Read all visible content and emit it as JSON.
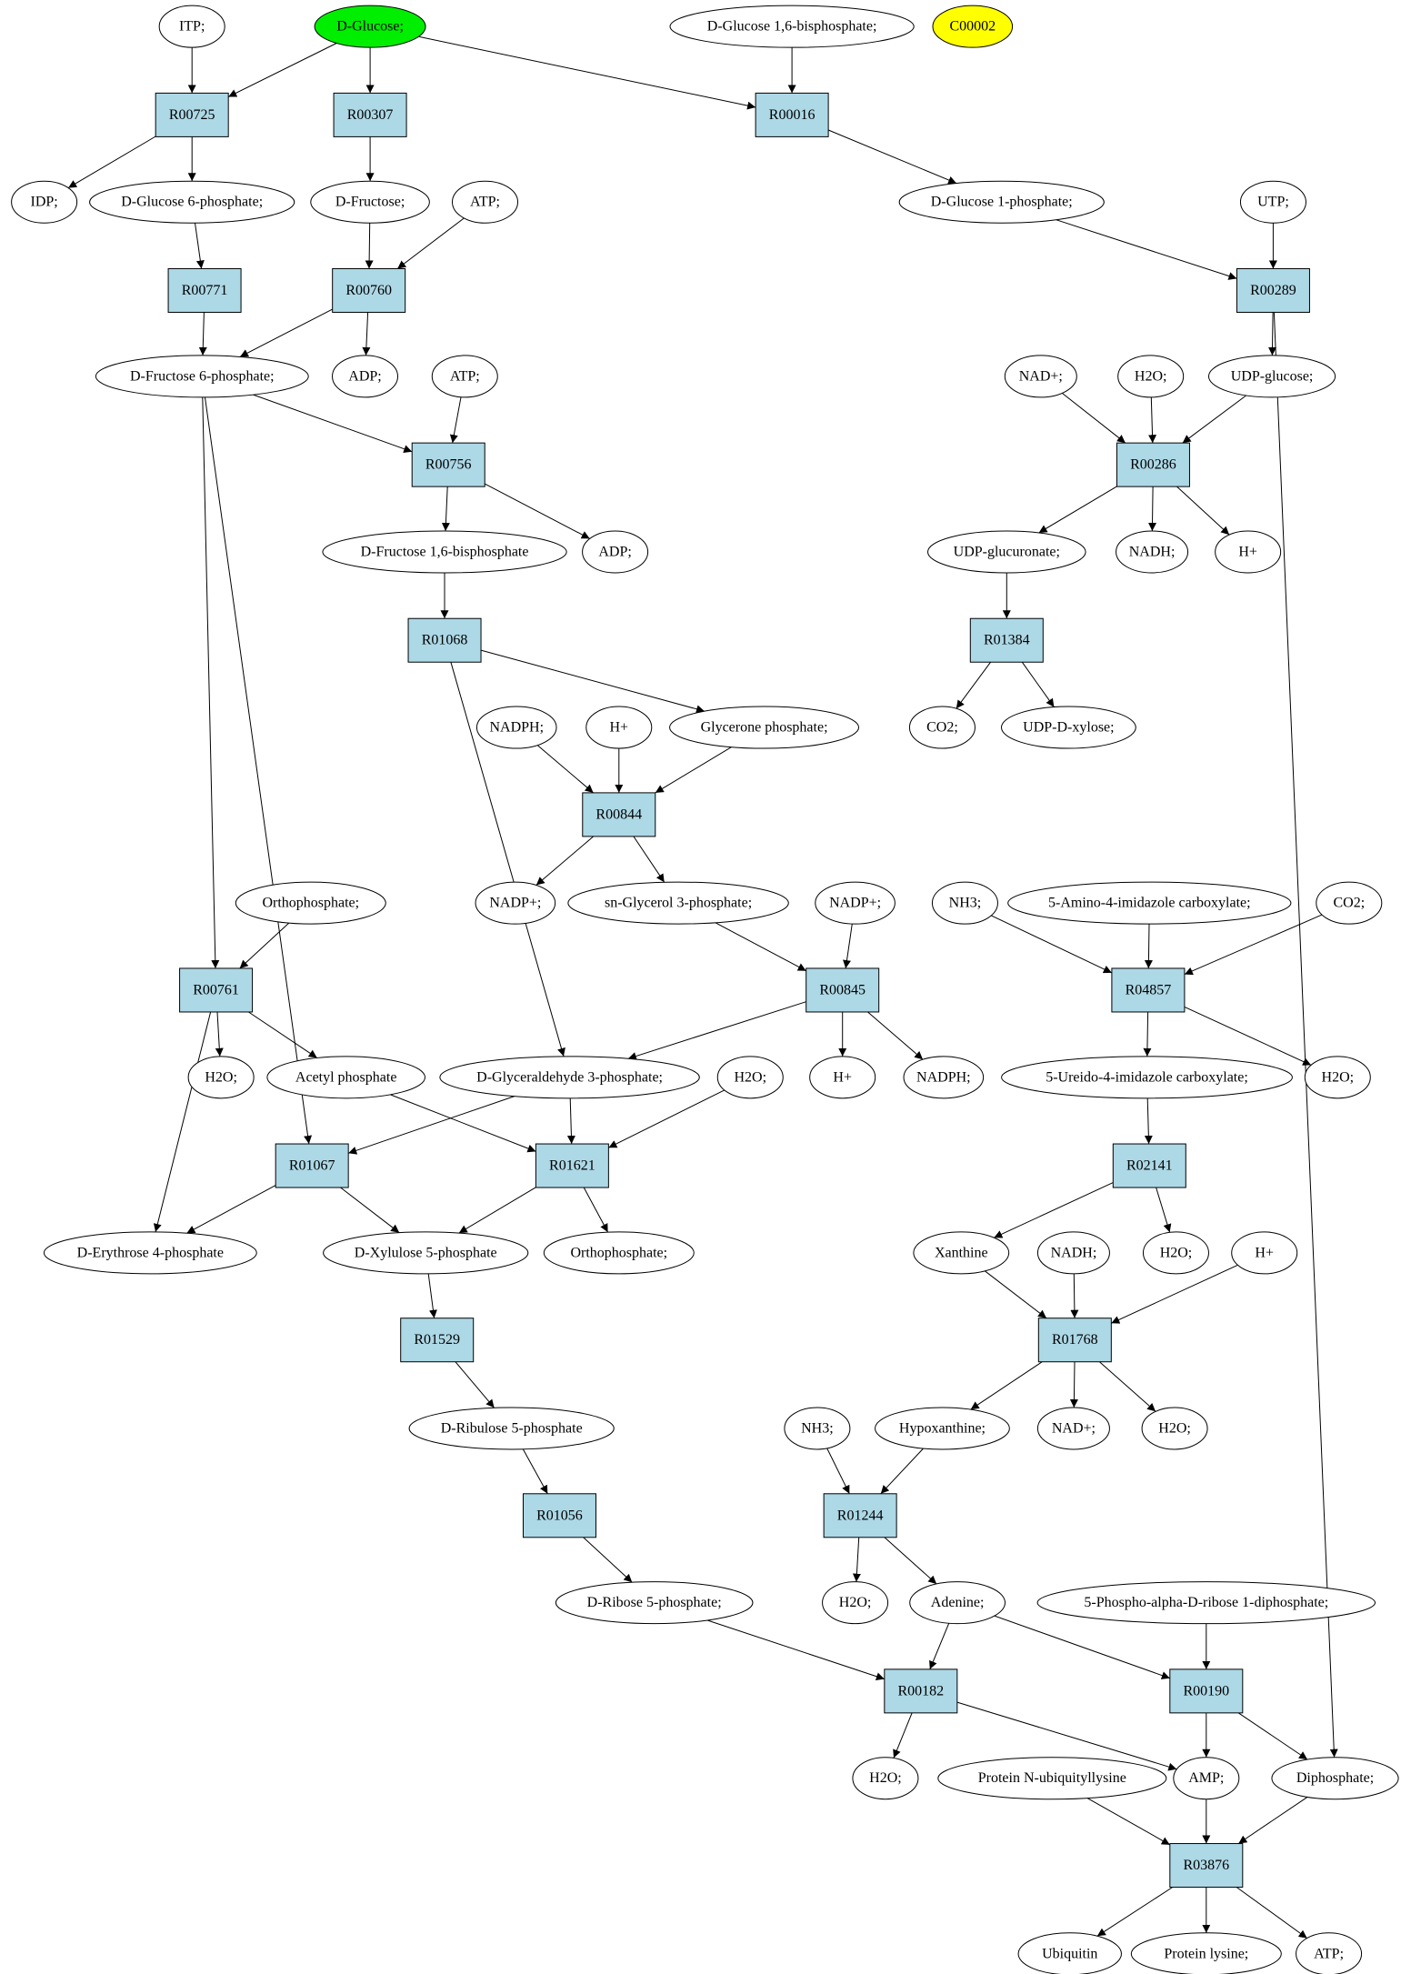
{
  "colors": {
    "reaction_fill": "#add8e6",
    "compound_fill": "#ffffff",
    "start_fill": "#00ee00",
    "highlight_fill": "#ffff00"
  },
  "nodes": [
    {
      "id": "itp",
      "label": "ITP;",
      "kind": "compound"
    },
    {
      "id": "dglucose",
      "label": "D-Glucose;",
      "kind": "start"
    },
    {
      "id": "dg16bp",
      "label": "D-Glucose 1,6-bisphosphate;",
      "kind": "compound"
    },
    {
      "id": "c00002",
      "label": "C00002",
      "kind": "highlight"
    },
    {
      "id": "R00725",
      "label": "R00725",
      "kind": "reaction"
    },
    {
      "id": "R00307",
      "label": "R00307",
      "kind": "reaction"
    },
    {
      "id": "R00016",
      "label": "R00016",
      "kind": "reaction"
    },
    {
      "id": "idp",
      "label": "IDP;",
      "kind": "compound"
    },
    {
      "id": "dg6p",
      "label": "D-Glucose 6-phosphate;",
      "kind": "compound"
    },
    {
      "id": "dfructose",
      "label": "D-Fructose;",
      "kind": "compound"
    },
    {
      "id": "atp1",
      "label": "ATP;",
      "kind": "compound"
    },
    {
      "id": "dg1p",
      "label": "D-Glucose 1-phosphate;",
      "kind": "compound"
    },
    {
      "id": "utp",
      "label": "UTP;",
      "kind": "compound"
    },
    {
      "id": "R00771",
      "label": "R00771",
      "kind": "reaction"
    },
    {
      "id": "R00760",
      "label": "R00760",
      "kind": "reaction"
    },
    {
      "id": "R00289",
      "label": "R00289",
      "kind": "reaction"
    },
    {
      "id": "df6p",
      "label": "D-Fructose 6-phosphate;",
      "kind": "compound"
    },
    {
      "id": "adp1",
      "label": "ADP;",
      "kind": "compound"
    },
    {
      "id": "atp2",
      "label": "ATP;",
      "kind": "compound"
    },
    {
      "id": "nadp_plus1",
      "label": "NAD+;",
      "kind": "compound"
    },
    {
      "id": "h2o1",
      "label": "H2O;",
      "kind": "compound"
    },
    {
      "id": "udpglucose",
      "label": "UDP-glucose;",
      "kind": "compound"
    },
    {
      "id": "R00756",
      "label": "R00756",
      "kind": "reaction"
    },
    {
      "id": "R00286",
      "label": "R00286",
      "kind": "reaction"
    },
    {
      "id": "df16bp",
      "label": "D-Fructose 1,6-bisphosphate",
      "kind": "compound"
    },
    {
      "id": "adp2",
      "label": "ADP;",
      "kind": "compound"
    },
    {
      "id": "udpglucuronate",
      "label": "UDP-glucuronate;",
      "kind": "compound"
    },
    {
      "id": "nadh1",
      "label": "NADH;",
      "kind": "compound"
    },
    {
      "id": "hplus1",
      "label": "H+",
      "kind": "compound"
    },
    {
      "id": "R01068",
      "label": "R01068",
      "kind": "reaction"
    },
    {
      "id": "R01384",
      "label": "R01384",
      "kind": "reaction"
    },
    {
      "id": "nadph1",
      "label": "NADPH;",
      "kind": "compound"
    },
    {
      "id": "hplus2",
      "label": "H+",
      "kind": "compound"
    },
    {
      "id": "glyceronep",
      "label": "Glycerone phosphate;",
      "kind": "compound"
    },
    {
      "id": "co2_1",
      "label": "CO2;",
      "kind": "compound"
    },
    {
      "id": "udpxylose",
      "label": "UDP-D-xylose;",
      "kind": "compound"
    },
    {
      "id": "R00844",
      "label": "R00844",
      "kind": "reaction"
    },
    {
      "id": "orthop1",
      "label": "Orthophosphate;",
      "kind": "compound"
    },
    {
      "id": "nadpplus1",
      "label": "NADP+;",
      "kind": "compound"
    },
    {
      "id": "snglycerol3p",
      "label": "sn-Glycerol 3-phosphate;",
      "kind": "compound"
    },
    {
      "id": "nadpplus2",
      "label": "NADP+;",
      "kind": "compound"
    },
    {
      "id": "nh3_1",
      "label": "NH3;",
      "kind": "compound"
    },
    {
      "id": "aica",
      "label": "5-Amino-4-imidazole carboxylate;",
      "kind": "compound"
    },
    {
      "id": "co2_2",
      "label": "CO2;",
      "kind": "compound"
    },
    {
      "id": "R00761",
      "label": "R00761",
      "kind": "reaction"
    },
    {
      "id": "R00845",
      "label": "R00845",
      "kind": "reaction"
    },
    {
      "id": "R04857",
      "label": "R04857",
      "kind": "reaction"
    },
    {
      "id": "h2o2",
      "label": "H2O;",
      "kind": "compound"
    },
    {
      "id": "acetylp",
      "label": "Acetyl phosphate",
      "kind": "compound"
    },
    {
      "id": "dgap",
      "label": "D-Glyceraldehyde 3-phosphate;",
      "kind": "compound"
    },
    {
      "id": "h2o3",
      "label": "H2O;",
      "kind": "compound"
    },
    {
      "id": "hplus3",
      "label": "H+",
      "kind": "compound"
    },
    {
      "id": "nadph2",
      "label": "NADPH;",
      "kind": "compound"
    },
    {
      "id": "uica",
      "label": "5-Ureido-4-imidazole carboxylate;",
      "kind": "compound"
    },
    {
      "id": "h2o4",
      "label": "H2O;",
      "kind": "compound"
    },
    {
      "id": "R01067",
      "label": "R01067",
      "kind": "reaction"
    },
    {
      "id": "R01621",
      "label": "R01621",
      "kind": "reaction"
    },
    {
      "id": "R02141",
      "label": "R02141",
      "kind": "reaction"
    },
    {
      "id": "de4p",
      "label": "D-Erythrose 4-phosphate",
      "kind": "compound"
    },
    {
      "id": "dx5p",
      "label": "D-Xylulose 5-phosphate",
      "kind": "compound"
    },
    {
      "id": "orthop2",
      "label": "Orthophosphate;",
      "kind": "compound"
    },
    {
      "id": "xanthine",
      "label": "Xanthine",
      "kind": "compound"
    },
    {
      "id": "nadh2",
      "label": "NADH;",
      "kind": "compound"
    },
    {
      "id": "h2o5",
      "label": "H2O;",
      "kind": "compound"
    },
    {
      "id": "hplus4",
      "label": "H+",
      "kind": "compound"
    },
    {
      "id": "R01529",
      "label": "R01529",
      "kind": "reaction"
    },
    {
      "id": "R01768",
      "label": "R01768",
      "kind": "reaction"
    },
    {
      "id": "dru5p",
      "label": "D-Ribulose 5-phosphate",
      "kind": "compound"
    },
    {
      "id": "nh3_2",
      "label": "NH3;",
      "kind": "compound"
    },
    {
      "id": "hypoxanthine",
      "label": "Hypoxanthine;",
      "kind": "compound"
    },
    {
      "id": "nadplus2",
      "label": "NAD+;",
      "kind": "compound"
    },
    {
      "id": "h2o6",
      "label": "H2O;",
      "kind": "compound"
    },
    {
      "id": "R01056",
      "label": "R01056",
      "kind": "reaction"
    },
    {
      "id": "R01244",
      "label": "R01244",
      "kind": "reaction"
    },
    {
      "id": "h2o7",
      "label": "H2O;",
      "kind": "compound"
    },
    {
      "id": "adenine",
      "label": "Adenine;",
      "kind": "compound"
    },
    {
      "id": "dr5p",
      "label": "D-Ribose 5-phosphate;",
      "kind": "compound"
    },
    {
      "id": "prpp",
      "label": "5-Phospho-alpha-D-ribose 1-diphosphate;",
      "kind": "compound"
    },
    {
      "id": "R00182",
      "label": "R00182",
      "kind": "reaction"
    },
    {
      "id": "R00190",
      "label": "R00190",
      "kind": "reaction"
    },
    {
      "id": "h2o8",
      "label": "H2O;",
      "kind": "compound"
    },
    {
      "id": "protnubl",
      "label": "Protein N-ubiquityllysine",
      "kind": "compound"
    },
    {
      "id": "amp",
      "label": "AMP;",
      "kind": "compound"
    },
    {
      "id": "diphosphate",
      "label": "Diphosphate;",
      "kind": "compound"
    },
    {
      "id": "R03876",
      "label": "R03876",
      "kind": "reaction"
    },
    {
      "id": "ubiquitin",
      "label": "Ubiquitin",
      "kind": "compound"
    },
    {
      "id": "proteinlysine",
      "label": "Protein lysine;",
      "kind": "compound"
    },
    {
      "id": "atp3",
      "label": "ATP;",
      "kind": "compound"
    }
  ],
  "edges": [
    [
      "itp",
      "R00725"
    ],
    [
      "dglucose",
      "R00725"
    ],
    [
      "dglucose",
      "R00307"
    ],
    [
      "dglucose",
      "R00016"
    ],
    [
      "dg16bp",
      "R00016"
    ],
    [
      "R00725",
      "idp"
    ],
    [
      "R00725",
      "dg6p"
    ],
    [
      "R00307",
      "dfructose"
    ],
    [
      "R00016",
      "dg1p"
    ],
    [
      "dg6p",
      "R00771"
    ],
    [
      "dfructose",
      "R00760"
    ],
    [
      "atp1",
      "R00760"
    ],
    [
      "dg1p",
      "R00289"
    ],
    [
      "utp",
      "R00289"
    ],
    [
      "R00771",
      "df6p"
    ],
    [
      "R00760",
      "df6p"
    ],
    [
      "R00760",
      "adp1"
    ],
    [
      "R00289",
      "udpglucose"
    ],
    [
      "R00289",
      "diphosphate"
    ],
    [
      "df6p",
      "R00756"
    ],
    [
      "atp2",
      "R00756"
    ],
    [
      "df6p",
      "R00761"
    ],
    [
      "df6p",
      "R01067"
    ],
    [
      "nadp_plus1",
      "R00286"
    ],
    [
      "h2o1",
      "R00286"
    ],
    [
      "udpglucose",
      "R00286"
    ],
    [
      "R00756",
      "df16bp"
    ],
    [
      "R00756",
      "adp2"
    ],
    [
      "R00286",
      "udpglucuronate"
    ],
    [
      "R00286",
      "nadh1"
    ],
    [
      "R00286",
      "hplus1"
    ],
    [
      "df16bp",
      "R01068"
    ],
    [
      "udpglucuronate",
      "R01384"
    ],
    [
      "R01068",
      "glyceronep"
    ],
    [
      "R01068",
      "dgap"
    ],
    [
      "R01384",
      "co2_1"
    ],
    [
      "R01384",
      "udpxylose"
    ],
    [
      "nadph1",
      "R00844"
    ],
    [
      "hplus2",
      "R00844"
    ],
    [
      "glyceronep",
      "R00844"
    ],
    [
      "R00844",
      "nadpplus1"
    ],
    [
      "R00844",
      "snglycerol3p"
    ],
    [
      "orthop1",
      "R00761"
    ],
    [
      "snglycerol3p",
      "R00845"
    ],
    [
      "nadpplus2",
      "R00845"
    ],
    [
      "nh3_1",
      "R04857"
    ],
    [
      "aica",
      "R04857"
    ],
    [
      "co2_2",
      "R04857"
    ],
    [
      "R00761",
      "h2o2"
    ],
    [
      "R00761",
      "acetylp"
    ],
    [
      "R00761",
      "de4p"
    ],
    [
      "R00845",
      "dgap"
    ],
    [
      "R00845",
      "hplus3"
    ],
    [
      "R00845",
      "nadph2"
    ],
    [
      "R04857",
      "uica"
    ],
    [
      "R04857",
      "h2o4"
    ],
    [
      "acetylp",
      "R01621"
    ],
    [
      "dgap",
      "R01621"
    ],
    [
      "dgap",
      "R01067"
    ],
    [
      "h2o3",
      "R01621"
    ],
    [
      "uica",
      "R02141"
    ],
    [
      "R01067",
      "de4p"
    ],
    [
      "R01067",
      "dx5p"
    ],
    [
      "R01621",
      "dx5p"
    ],
    [
      "R01621",
      "orthop2"
    ],
    [
      "R02141",
      "xanthine"
    ],
    [
      "R02141",
      "h2o5"
    ],
    [
      "dx5p",
      "R01529"
    ],
    [
      "xanthine",
      "R01768"
    ],
    [
      "nadh2",
      "R01768"
    ],
    [
      "hplus4",
      "R01768"
    ],
    [
      "R01529",
      "dru5p"
    ],
    [
      "R01768",
      "hypoxanthine"
    ],
    [
      "R01768",
      "nadplus2"
    ],
    [
      "R01768",
      "h2o6"
    ],
    [
      "dru5p",
      "R01056"
    ],
    [
      "nh3_2",
      "R01244"
    ],
    [
      "hypoxanthine",
      "R01244"
    ],
    [
      "R01056",
      "dr5p"
    ],
    [
      "R01244",
      "h2o7"
    ],
    [
      "R01244",
      "adenine"
    ],
    [
      "dr5p",
      "R00182"
    ],
    [
      "adenine",
      "R00182"
    ],
    [
      "adenine",
      "R00190"
    ],
    [
      "prpp",
      "R00190"
    ],
    [
      "R00182",
      "h2o8"
    ],
    [
      "R00182",
      "amp"
    ],
    [
      "R00190",
      "amp"
    ],
    [
      "R00190",
      "diphosphate"
    ],
    [
      "protnubl",
      "R03876"
    ],
    [
      "amp",
      "R03876"
    ],
    [
      "diphosphate",
      "R03876"
    ],
    [
      "R03876",
      "ubiquitin"
    ],
    [
      "R03876",
      "proteinlysine"
    ],
    [
      "R03876",
      "atp3"
    ]
  ]
}
